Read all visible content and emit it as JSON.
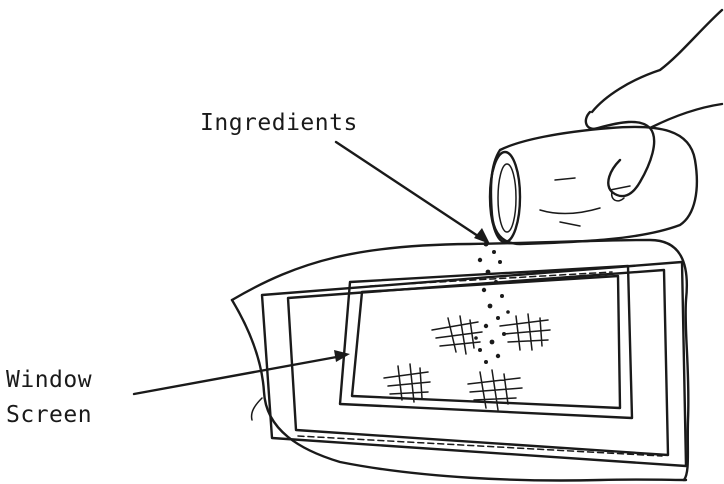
{
  "labels": {
    "ingredients": "Ingredients",
    "window": "Window",
    "screen": "Screen"
  },
  "colors": {
    "ink": "#1a1a1a",
    "paper": "#ffffff"
  }
}
